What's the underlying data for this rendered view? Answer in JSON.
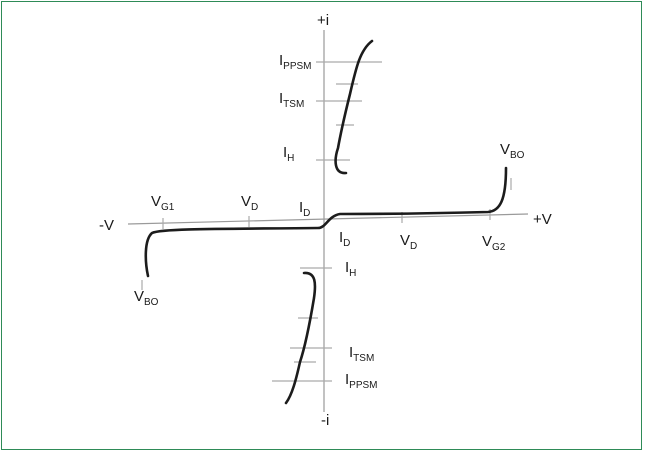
{
  "diagram": {
    "axis_labels": {
      "pos_i": "+i",
      "neg_i": "-i",
      "pos_v": "+V",
      "neg_v": "-V"
    },
    "upper_labels": {
      "i_ppsm": {
        "main": "I",
        "sub": "PPSM"
      },
      "i_tsm": {
        "main": "I",
        "sub": "TSM"
      },
      "i_h": {
        "main": "I",
        "sub": "H"
      }
    },
    "lower_labels": {
      "i_h": {
        "main": "I",
        "sub": "H"
      },
      "i_tsm": {
        "main": "I",
        "sub": "TSM"
      },
      "i_ppsm": {
        "main": "I",
        "sub": "PPSM"
      }
    },
    "left_labels": {
      "v_g1": {
        "main": "V",
        "sub": "G1"
      },
      "v_d": {
        "main": "V",
        "sub": "D"
      },
      "i_d": {
        "main": "I",
        "sub": "D"
      },
      "v_bo": {
        "main": "V",
        "sub": "BO"
      }
    },
    "right_labels": {
      "i_d": {
        "main": "I",
        "sub": "D"
      },
      "v_d": {
        "main": "V",
        "sub": "D"
      },
      "v_g2": {
        "main": "V",
        "sub": "G2"
      },
      "v_bo": {
        "main": "V",
        "sub": "BO"
      }
    },
    "colors": {
      "frame_border": "#2e8b57",
      "curve": "#1c1c1c",
      "axis": "#9a9a9a"
    }
  }
}
